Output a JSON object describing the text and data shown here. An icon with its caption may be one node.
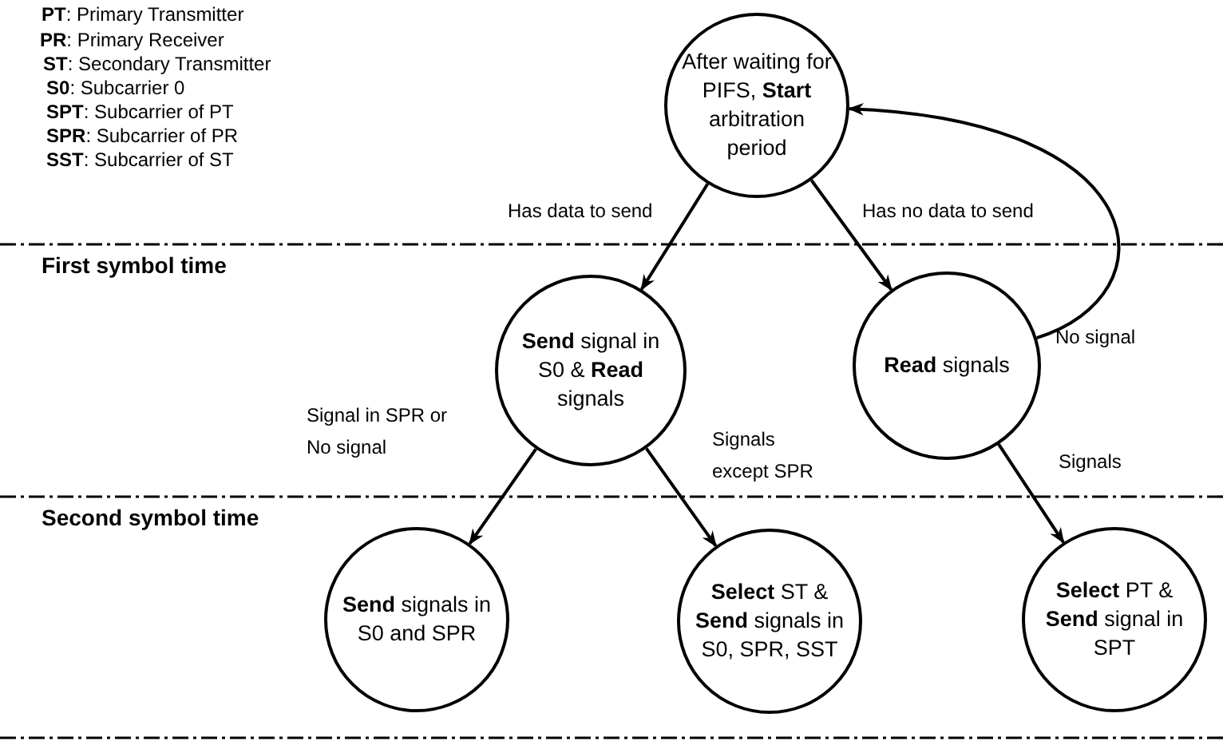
{
  "diagram": {
    "nodes": [
      {
        "text": [
          "After waiting for PIFS, **Start** arbitration period"
        ]
      },
      {
        "text": [
          "**Send** signal in S0 & **Read** signals"
        ]
      },
      {
        "text": [
          "**Read** signals"
        ]
      },
      {
        "text": [
          "**Send** signals in S0 and SPR"
        ]
      },
      {
        "text": [
          "**Select** ST & **Send** signals in S0, SPR, SST"
        ]
      },
      {
        "text": [
          "**Select** PT & **Send** signal in SPT"
        ]
      }
    ],
    "edges": [
      {
        "from": 0,
        "to": 1,
        "arrow": "to",
        "label": "Has data to send"
      },
      {
        "from": 0,
        "to": 2,
        "arrow": "to",
        "label": "Has no data to send"
      },
      {
        "from": 2,
        "to": 0,
        "arrow": "to",
        "label": "No signal"
      },
      {
        "from": 1,
        "to": 3,
        "arrow": "to",
        "label": "Signal in SPR or No signal"
      },
      {
        "from": 1,
        "to": 4,
        "arrow": "to",
        "label": "Signals except SPR"
      },
      {
        "from": 2,
        "to": 5,
        "arrow": "to",
        "label": "Signals"
      }
    ],
    "labels": [
      "**PT**: Primary Transmitter",
      "**PR**: Primary Receiver",
      "**ST**: Secondary Transmitter",
      "**S0**: Subcarrier 0",
      "**SPT**: Subcarrier of PT",
      "**SPR**: Subcarrier of PR",
      "**SST**: Subcarrier of ST",
      "First symbol time",
      "Second symbol time"
    ]
  }
}
